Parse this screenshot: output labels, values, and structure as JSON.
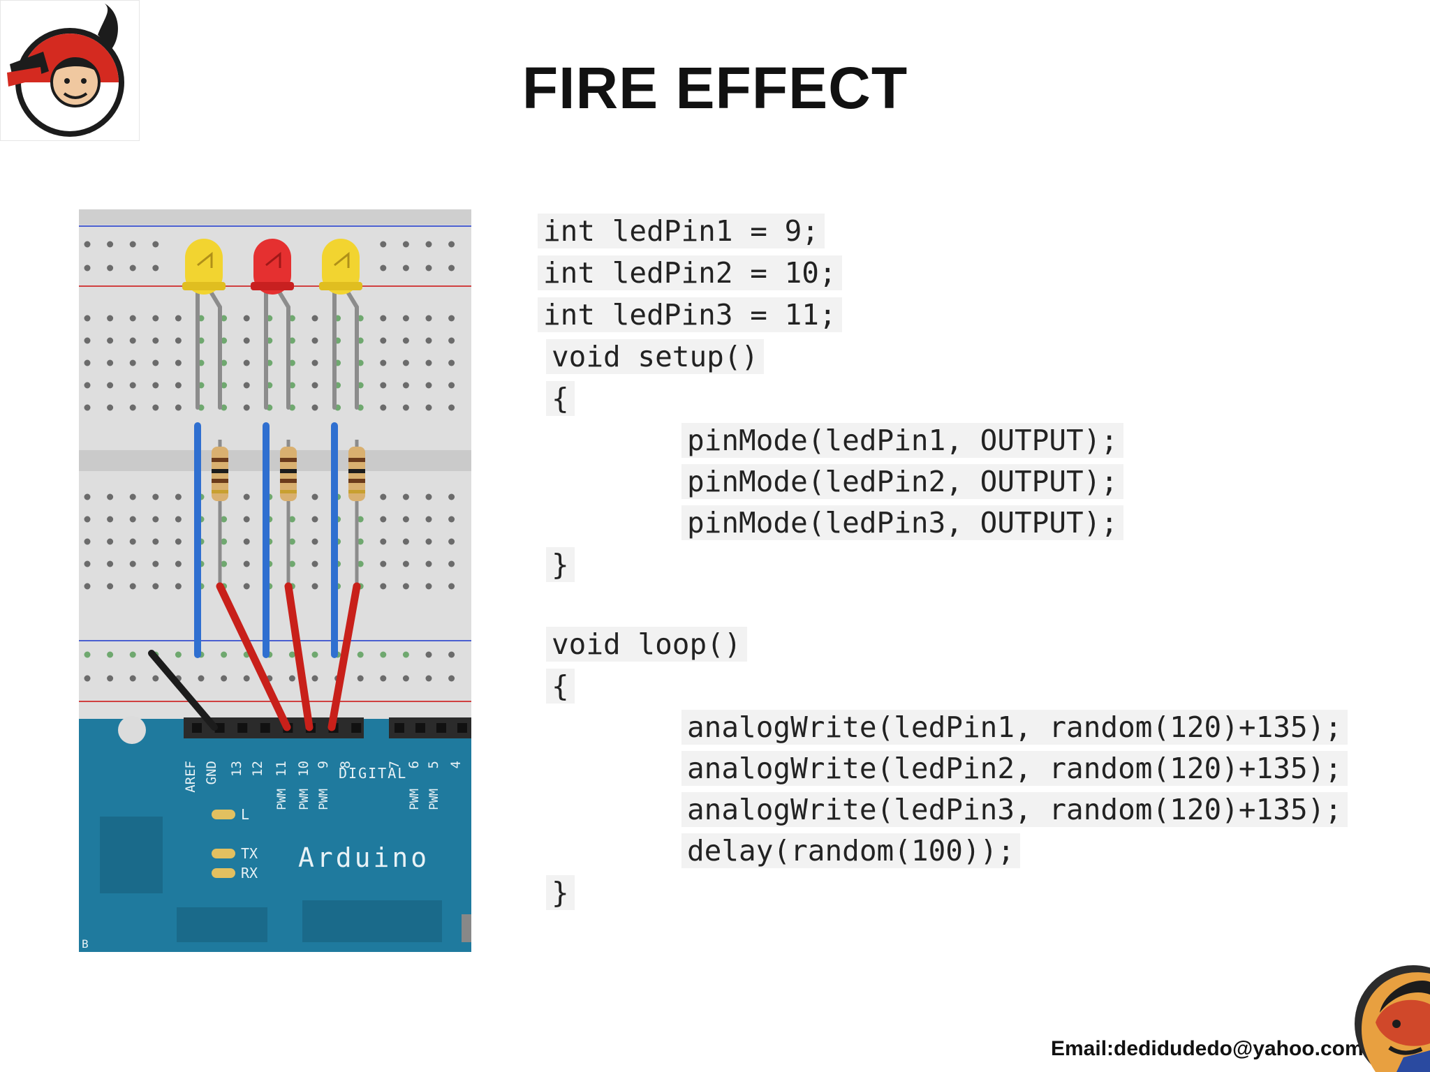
{
  "slide": {
    "title": "FIRE EFFECT",
    "email": "Email:dedidudedo@yahoo.com"
  },
  "circuit": {
    "board_label": "Arduino",
    "header_labels": [
      "AREF",
      "GND",
      "13",
      "12",
      "11",
      "10",
      "9",
      "8",
      "7",
      "6",
      "5",
      "4"
    ],
    "digital_label": "DIGITAL",
    "pwm_label": "PWM",
    "led_label": "L",
    "tx_label": "TX",
    "rx_label": "RX",
    "corner_mark": "B",
    "colors": {
      "led_yellow": "#f2d430",
      "led_red": "#e53030",
      "wire_blue": "#2f6fd0",
      "wire_red": "#c8201a",
      "board_teal": "#1f7a9e",
      "breadboard": "#dedede"
    }
  },
  "code": {
    "lines": [
      "int ledPin1 = 9;",
      "int ledPin2 = 10;",
      "int ledPin3 = 11;",
      "void setup()",
      "{",
      "pinMode(ledPin1, OUTPUT);",
      "pinMode(ledPin2, OUTPUT);",
      "pinMode(ledPin3, OUTPUT);",
      "}",
      "void loop()",
      "{",
      "analogWrite(ledPin1, random(120)+135);",
      "analogWrite(ledPin2, random(120)+135);",
      "analogWrite(ledPin3, random(120)+135);",
      "delay(random(100));",
      "}"
    ]
  }
}
